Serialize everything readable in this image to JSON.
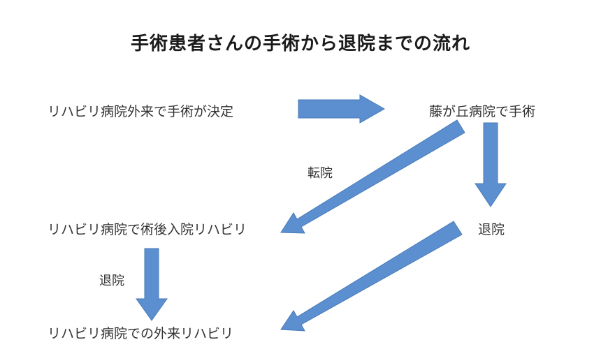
{
  "title": "手術患者さんの手術から退院までの流れ",
  "nodes": {
    "outpatient_decision": "リハビリ病院外来で手術が決定",
    "fujigaoka_surgery": "藤が丘病院で手術",
    "inpatient_rehab": "リハビリ病院で術後入院リハビリ",
    "discharge_direct": "退院",
    "outpatient_rehab": "リハビリ病院での外来リハビリ"
  },
  "edge_labels": {
    "transfer": "転院",
    "discharge_after_rehab": "退院"
  },
  "colors": {
    "arrow_fill": "#5b8fd0",
    "arrow_stroke": "#4a7ab8",
    "text": "#333333"
  }
}
